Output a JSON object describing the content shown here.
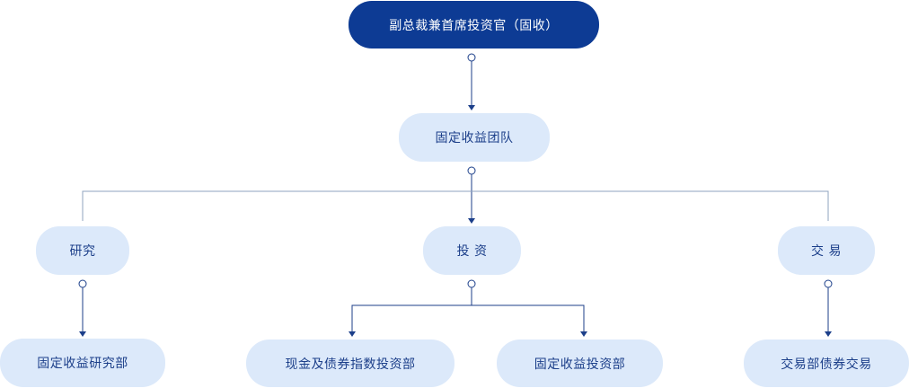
{
  "org_chart": {
    "root": {
      "label": "副总裁兼首席投资官（固收）"
    },
    "team": {
      "label": "固定收益团队"
    },
    "branches": {
      "research": {
        "label": "研究"
      },
      "investment": {
        "label": "投 资"
      },
      "trading": {
        "label": "交 易"
      }
    },
    "departments": {
      "research_dept": {
        "label": "固定收益研究部"
      },
      "cash_bond_dept": {
        "label": "现金及债券指数投资部"
      },
      "fixed_income_invest_dept": {
        "label": "固定收益投资部"
      },
      "trading_dept": {
        "label": "交易部债券交易"
      }
    }
  },
  "colors": {
    "root_fill": "#0d3b94",
    "node_fill": "#dce9fa",
    "text_dark": "#1c3f8a",
    "connector": "#1c3f8a",
    "connector_light": "#8fa3bf"
  }
}
